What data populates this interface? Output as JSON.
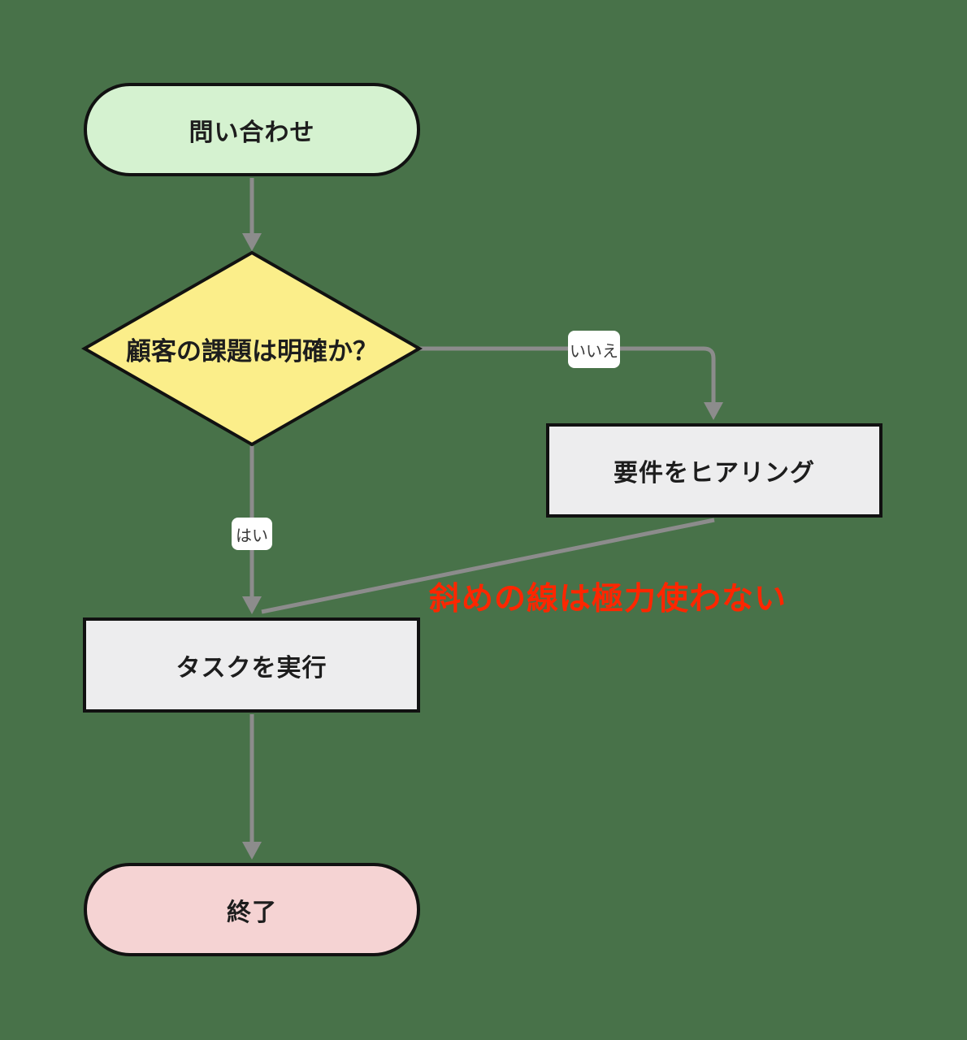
{
  "diagram": {
    "type": "flowchart",
    "nodes": {
      "start": {
        "label": "問い合わせ",
        "shape": "terminator"
      },
      "decision": {
        "label": "顧客の課題は明確か？",
        "shape": "decision"
      },
      "hearing": {
        "label": "要件をヒアリング",
        "shape": "process"
      },
      "task": {
        "label": "タスクを実行",
        "shape": "process"
      },
      "end": {
        "label": "終了",
        "shape": "terminator"
      }
    },
    "edge_labels": {
      "no": "いいえ",
      "yes": "はい"
    },
    "annotation": {
      "text": "斜めの線は極力使わない",
      "color": "#ff2600"
    },
    "colors": {
      "background": "#487249",
      "start_fill": "#d5f2d0",
      "decision_fill": "#fbee8a",
      "process_fill": "#ededee",
      "end_fill": "#f5d3d3",
      "shape_border": "#111111",
      "connector": "#8c8c8c",
      "edge_label_bg": "#ffffff",
      "edge_label_text": "#3a3a3a",
      "node_text": "#1d1d1d",
      "annotation_text": "#ff2600"
    }
  }
}
